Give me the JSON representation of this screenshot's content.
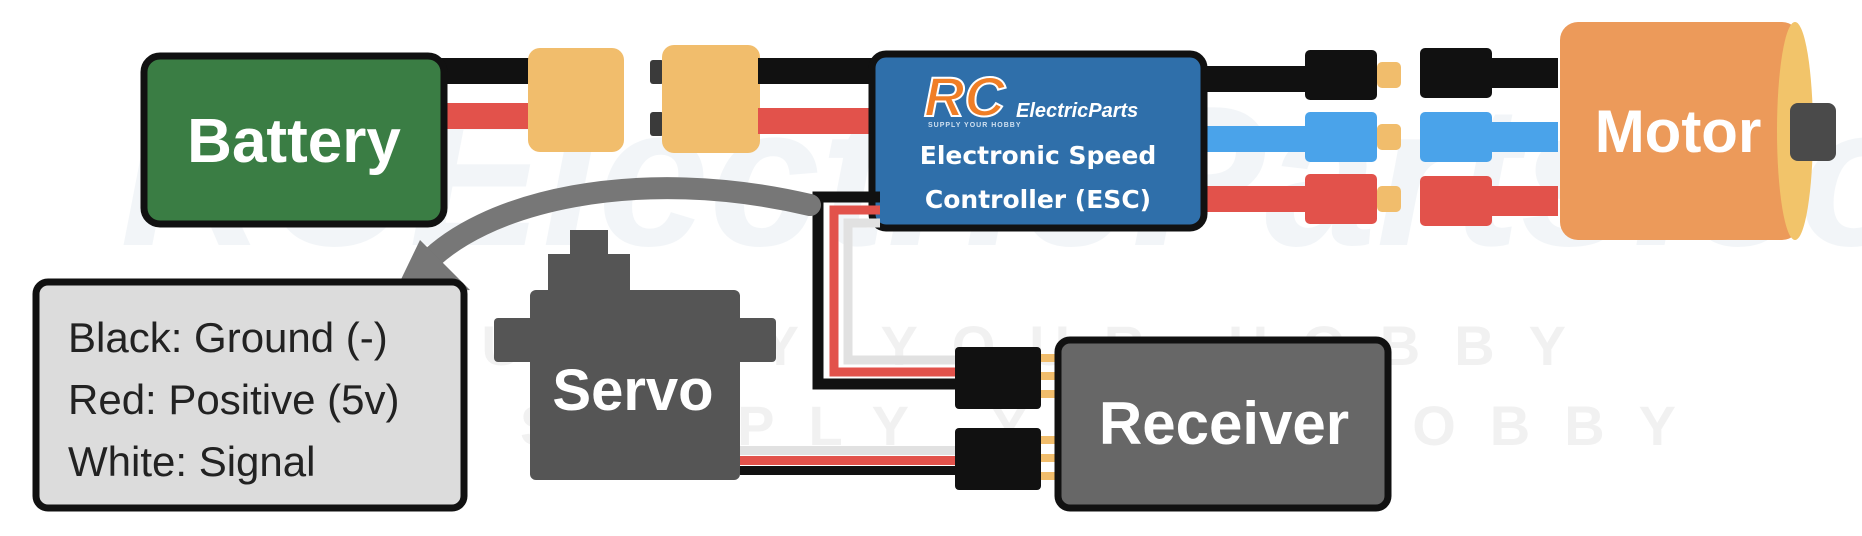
{
  "battery": {
    "label": "Battery",
    "color": "#3a7d44"
  },
  "esc": {
    "logo_rc": "RC",
    "logo_brand": "ElectricParts",
    "logo_tagline": "SUPPLY YOUR HOBBY",
    "line1": "Electronic Speed",
    "line2": "Controller (ESC)",
    "color": "#2f6faa"
  },
  "motor": {
    "label": "Motor",
    "color": "#ec9a5a"
  },
  "servo": {
    "label": "Servo",
    "color": "#555555"
  },
  "receiver": {
    "label": "Receiver",
    "color": "#676767"
  },
  "legend": {
    "lines": [
      "Black: Ground (-)",
      "Red: Positive (5v)",
      "White: Signal"
    ]
  },
  "watermark": {
    "brand": "RCElectricParts.com",
    "tagline": "SUPPLY YOUR HOBBY"
  },
  "colors": {
    "wire_black": "#111111",
    "wire_red": "#e2524b",
    "wire_blue": "#4aa3ea",
    "connector_yellow": "#f1bd6c",
    "logo_orange": "#f07e26"
  }
}
